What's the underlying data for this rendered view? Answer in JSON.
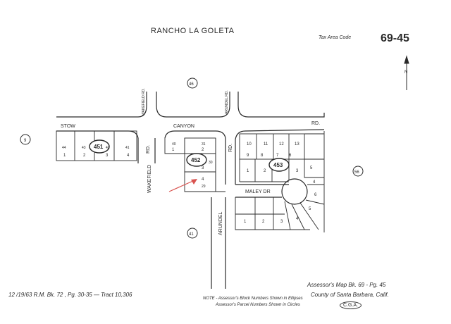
{
  "header": {
    "title": "RANCHO LA GOLETA",
    "tax_area_label": "Tax Area Code",
    "map_number": "69-45"
  },
  "streets": {
    "stow": "STOW",
    "canyon": "CANYON",
    "rd_east": "RD.",
    "wakefield_north": "WAKEFIELD RD.",
    "wakefield_south": "WAKEFIELD",
    "wakefield_rd": "RD.",
    "arundel_north": "ARUNDEL RD.",
    "arundel_rd": "RD.",
    "arundel_south": "ARUNDEL",
    "maley": "MALEY DR"
  },
  "blocks": {
    "b451": "451",
    "b452": "452",
    "b453": "453"
  },
  "adjacent_pages": {
    "north": "46",
    "west": "9",
    "east": "56",
    "south": "41"
  },
  "footer": {
    "recording": "12 /19/63 R.M. Bk. 72 , Pg. 30-35 — Tract 10,306",
    "note_1": "NOTE - Assessor's Block Numbers Shown in Ellipses",
    "note_2": "Assessor's Parcel Numbers Shown in Circles",
    "assessor_map": "Assessor's Map Bk. 69 - Pg. 45",
    "county": "County of Santa Barbara, Calif.",
    "stamp": "C.G.A."
  },
  "parcels": {
    "p451": [
      "1",
      "2",
      "3",
      "4"
    ],
    "p451_lots": [
      "44",
      "43",
      "42",
      "41"
    ],
    "p452": [
      "1",
      "2",
      "3",
      "4"
    ],
    "p452_lots": [
      "40",
      "31",
      "30",
      "29"
    ],
    "p453_top": [
      "10",
      "11",
      "12",
      "13"
    ],
    "p453_mid": [
      "9",
      "8",
      "7",
      "6",
      "5"
    ],
    "p453_low": [
      "1",
      "2",
      "3",
      "4"
    ],
    "p453_south": [
      "1",
      "2",
      "3",
      "4",
      "5",
      "6"
    ]
  },
  "colors": {
    "ink": "#2a2a2a",
    "pointer_arrow": "#d9534f"
  }
}
